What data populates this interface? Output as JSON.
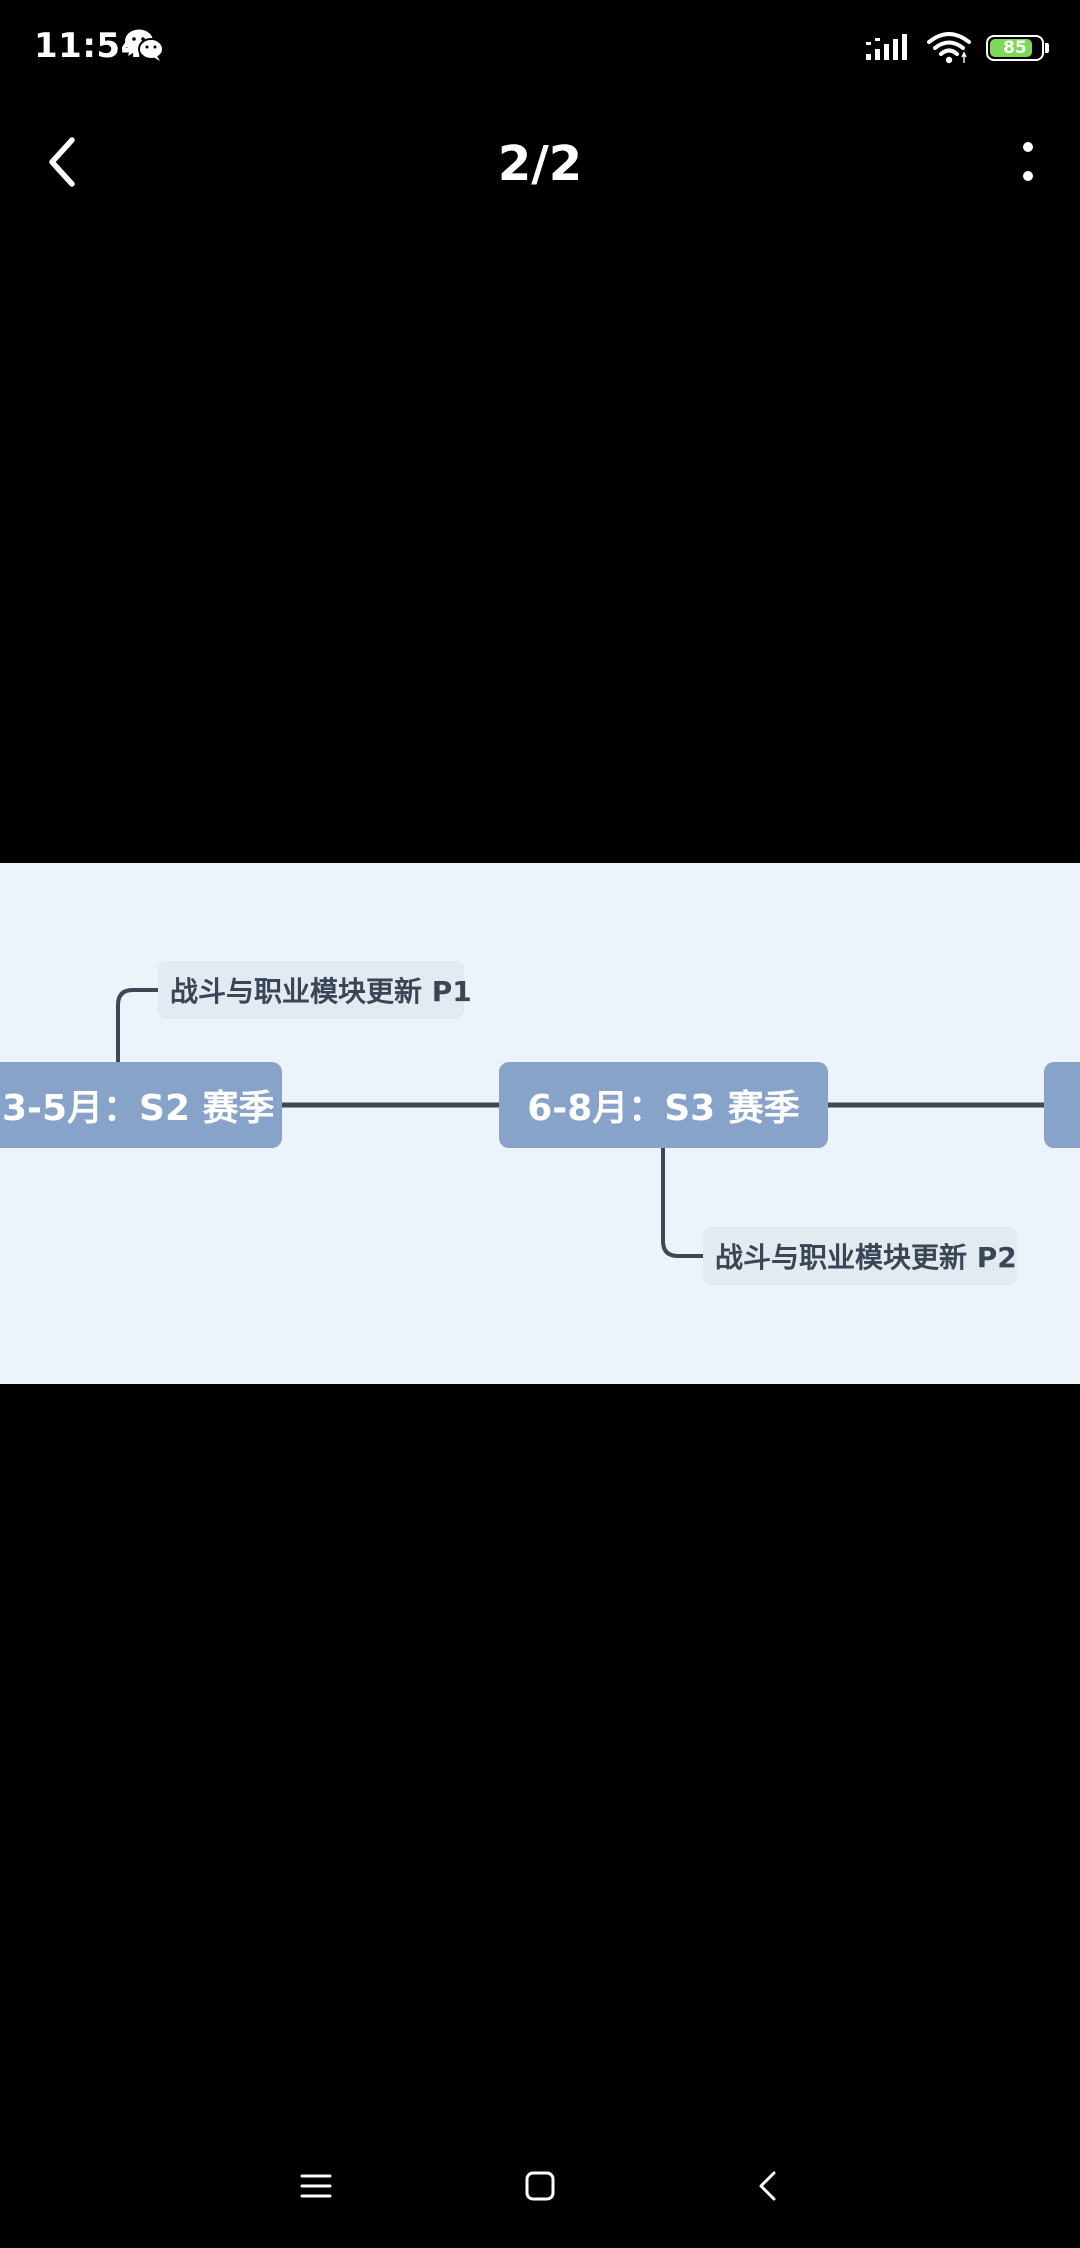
{
  "status_bar": {
    "time": "11:54",
    "battery_level": "85",
    "battery_fraction": 0.85,
    "icons": [
      "wechat-icon",
      "signal-icon",
      "wifi-icon",
      "battery-icon"
    ]
  },
  "app_bar": {
    "page_counter": "2/2",
    "icons": [
      "back-arrow-icon",
      "more-vertical-icon"
    ]
  },
  "image": {
    "nodes": {
      "s2": "3-5月：S2 赛季",
      "s3": "6-8月：S3 赛季"
    },
    "updates": {
      "p1": "战斗与职业模块更新 P1",
      "p2": "战斗与职业模块更新 P2"
    },
    "colors": {
      "background": "#edf3fb",
      "node": "#87a3c9",
      "update": "#e4eaf2",
      "line": "#3d4757"
    }
  },
  "nav_bar": {
    "icons": [
      "menu-icon",
      "home-square-icon",
      "back-chevron-icon"
    ]
  }
}
